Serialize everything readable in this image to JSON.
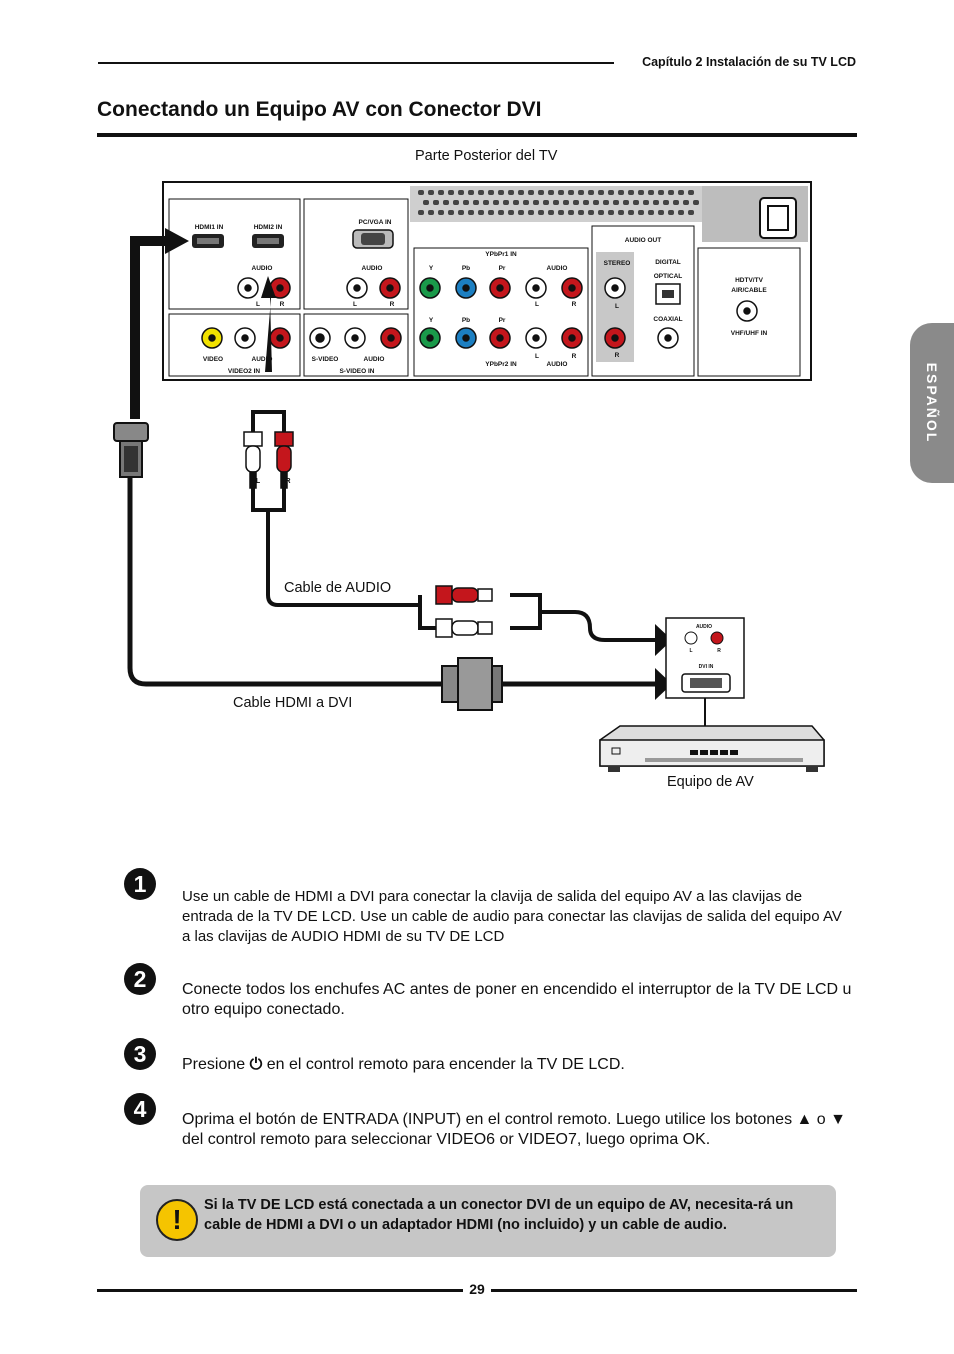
{
  "header": {
    "chapter": "Capítulo 2 Instalación de su TV LCD"
  },
  "title": "Conectando un Equipo AV con Conector DVI",
  "side_tab": "ESPAÑOL",
  "diagram": {
    "tv_caption": "Parte Posterior del TV",
    "audio_cable": "Cable de AUDIO",
    "hdmi_cable": "Cable HDMI a DVI",
    "device": "Equipo de AV",
    "panel": {
      "hdmi1": "HDMI1 IN",
      "hdmi2": "HDMI2 IN",
      "audio": "AUDIO",
      "L": "L",
      "R": "R",
      "pcvga": "PC/VGA IN",
      "ypbpr1": "YPbPr1 IN",
      "ypbpr2": "YPbPr2 IN",
      "Y": "Y",
      "Pb": "Pb",
      "Pr": "Pr",
      "video": "VIDEO",
      "video2": "VIDEO2 IN",
      "svideo": "S-VIDEO",
      "svideo_in": "S-VIDEO IN",
      "audio_out": "AUDIO OUT",
      "stereo": "STEREO",
      "digital": "DIGITAL",
      "optical": "OPTICAL",
      "coaxial": "COAXIAL",
      "hdtv": "HDTV/TV",
      "air_cable": "AIR/CABLE",
      "vhf": "VHF/UHF IN",
      "dvi_in": "DVI IN"
    }
  },
  "steps": [
    {
      "num": "1",
      "text": "Use un cable de HDMI a DVI para conectar la clavija de salida del equipo AV a las clavijas de entrada de la TV DE LCD.  Use un cable de audio para conectar las clavijas de salida del equipo AV a las clavijas de AUDIO HDMI de su TV DE LCD"
    },
    {
      "num": "2",
      "text": "Conecte todos los enchufes AC antes de poner en encendido el interruptor de la TV DE LCD u otro equipo conectado."
    },
    {
      "num": "3",
      "text_before": "Presione",
      "power_icon": "⏻",
      "text_after": "en el control remoto para encender la TV DE LCD."
    },
    {
      "num": "4",
      "text": "Oprima el botón de ENTRADA (INPUT) en el control remoto. Luego utilice los botones ▲ o ▼ del control remoto para seleccionar VIDEO6 or VIDEO7, luego oprima OK."
    }
  ],
  "note": {
    "icon": "!",
    "text": "Si la TV DE LCD está conectada a un conector DVI de un equipo de AV, necesita-rá un cable de HDMI a DVI o un adaptador HDMI (no incluido) y un cable de audio."
  },
  "page_number": "29",
  "colors": {
    "warning": "#f5c400",
    "tab": "#8a8a8a",
    "note_bg": "#c6c6c6"
  }
}
